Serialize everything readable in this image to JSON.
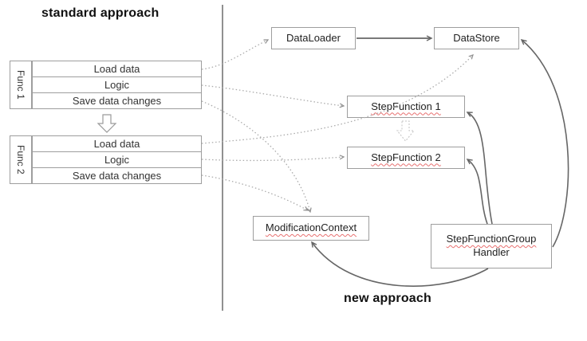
{
  "titles": {
    "standard": "standard approach",
    "new": "new approach"
  },
  "standard_approach": {
    "functions": [
      {
        "label": "Func 1",
        "steps": [
          "Load data",
          "Logic",
          "Save data changes"
        ]
      },
      {
        "label": "Func 2",
        "steps": [
          "Load data",
          "Logic",
          "Save data changes"
        ]
      }
    ],
    "flow": "Func 1 then Func 2 (hollow down arrow between tables)"
  },
  "new_approach": {
    "components": {
      "dataloader": "DataLoader",
      "datastore": "DataStore",
      "stepfunction1": "StepFunction 1",
      "stepfunction2": "StepFunction 2",
      "modificationcontext": "ModificationContext",
      "handler_line1": "StepFunctionGroup",
      "handler_line2": "Handler"
    },
    "flow": "StepFunction 1 then StepFunction 2 (dotted hollow down arrow between boxes)"
  },
  "edges": {
    "solid": [
      {
        "from": "DataLoader",
        "to": "DataStore"
      },
      {
        "from": "StepFunctionGroup Handler",
        "to": "StepFunction 1"
      },
      {
        "from": "StepFunctionGroup Handler",
        "to": "StepFunction 2"
      },
      {
        "from": "StepFunctionGroup Handler",
        "to": "DataStore"
      },
      {
        "from": "StepFunctionGroup Handler",
        "to": "ModificationContext"
      }
    ],
    "dotted": [
      {
        "from": "Func 1 / Load data",
        "to": "DataLoader"
      },
      {
        "from": "Func 1 / Logic",
        "to": "StepFunction 1"
      },
      {
        "from": "Func 1 / Save data changes",
        "to": "ModificationContext"
      },
      {
        "from": "Func 2 / Load data",
        "to": "DataStore"
      },
      {
        "from": "Func 2 / Logic",
        "to": "StepFunction 2"
      },
      {
        "from": "Func 2 / Save data changes",
        "to": "ModificationContext"
      }
    ]
  },
  "colors": {
    "box_border": "#9e9e9e",
    "solid_arrow": "#666666",
    "dotted_line": "#ababab",
    "misspell_underline": "#e87070",
    "divider": "#909090",
    "text": "#212121"
  }
}
